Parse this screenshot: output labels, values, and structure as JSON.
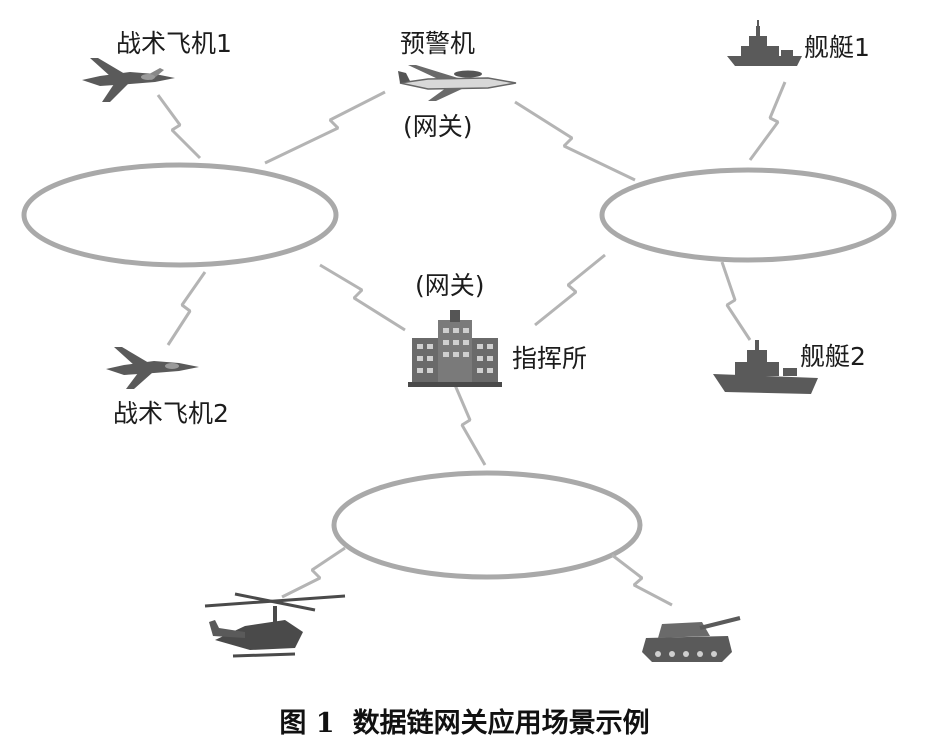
{
  "labels": {
    "fighter1": "战术飞机1",
    "awacs": "预警机",
    "awacs_gateway": "(网关)",
    "ship1": "舰艇1",
    "command_gateway": "(网关)",
    "command": "指挥所",
    "fighter2": "战术飞机2",
    "ship2": "舰艇2"
  },
  "caption": {
    "number": "图 1",
    "text": "数据链网关应用场景示例"
  },
  "colors": {
    "ellipse": "#a9a9a9",
    "zigzag": "#b4b4b4",
    "silhouette": "#5a5a5a"
  },
  "icons": [
    "fighter-jet-icon",
    "awacs-plane-icon",
    "warship-icon",
    "command-building-icon",
    "helicopter-icon",
    "tank-icon"
  ]
}
